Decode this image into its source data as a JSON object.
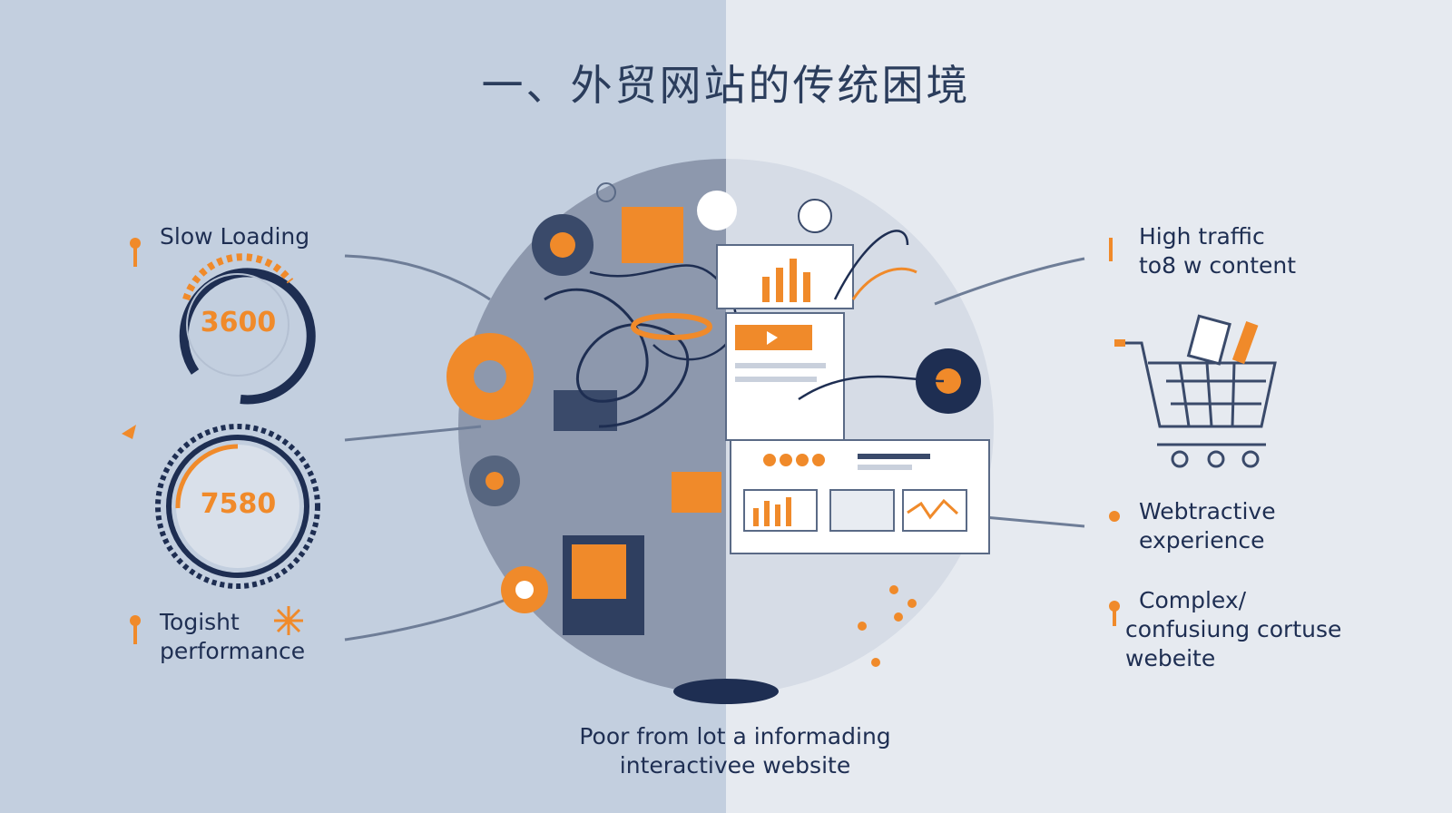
{
  "title": "一、外贸网站的传统困境",
  "left_labels": {
    "slow_loading": "Slow Loading",
    "performance_line1": "Togisht",
    "performance_line2": "performance"
  },
  "gauges": {
    "top_value": "3600",
    "bottom_value": "7580"
  },
  "right_labels": {
    "traffic_line1": "High traffic",
    "traffic_line2": "to8 w content",
    "experience_line1": "Webtractive",
    "experience_line2": "experience",
    "complex_line1": "Complex/",
    "complex_line2": "confusiung cortuse",
    "complex_line3": "webeite"
  },
  "caption": {
    "line1": "Poor from lot a informading",
    "line2": "interactivee website"
  },
  "colors": {
    "accent": "#f08a2a",
    "navy": "#1e2e52",
    "left_bg": "#c3cfdf",
    "right_bg": "#e6eaf0"
  }
}
